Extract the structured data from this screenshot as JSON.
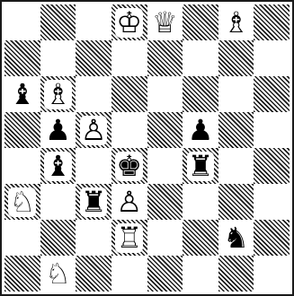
{
  "board": {
    "rows": [
      [
        "",
        "",
        "",
        "♔",
        "♕",
        "",
        "♗",
        ""
      ],
      [
        "",
        "",
        "",
        "",
        "",
        "",
        "",
        ""
      ],
      [
        "♝",
        "♗",
        "",
        "",
        "",
        "",
        "",
        ""
      ],
      [
        "",
        "♟",
        "♙",
        "",
        "",
        "♟",
        "",
        ""
      ],
      [
        "",
        "♝",
        "",
        "♚",
        "",
        "♜",
        "",
        ""
      ],
      [
        "♘",
        "",
        "♜",
        "♙",
        "",
        "",
        "",
        ""
      ],
      [
        "",
        "",
        "",
        "♖",
        "",
        "",
        "♞",
        ""
      ],
      [
        "",
        "♘",
        "",
        "",
        "",
        "",
        "",
        ""
      ]
    ],
    "piece_names": {
      "♔": "white-king",
      "♕": "white-queen",
      "♖": "white-rook",
      "♗": "white-bishop",
      "♘": "white-knight",
      "♙": "white-pawn",
      "♚": "black-king",
      "♛": "black-queen",
      "♜": "black-rook",
      "♝": "black-bishop",
      "♞": "black-knight",
      "♟": "black-pawn"
    },
    "colors": {
      "light_square": "#ffffff",
      "dark_square_hatch": "#1b1b1b",
      "frame": "#1a1a1a"
    }
  }
}
